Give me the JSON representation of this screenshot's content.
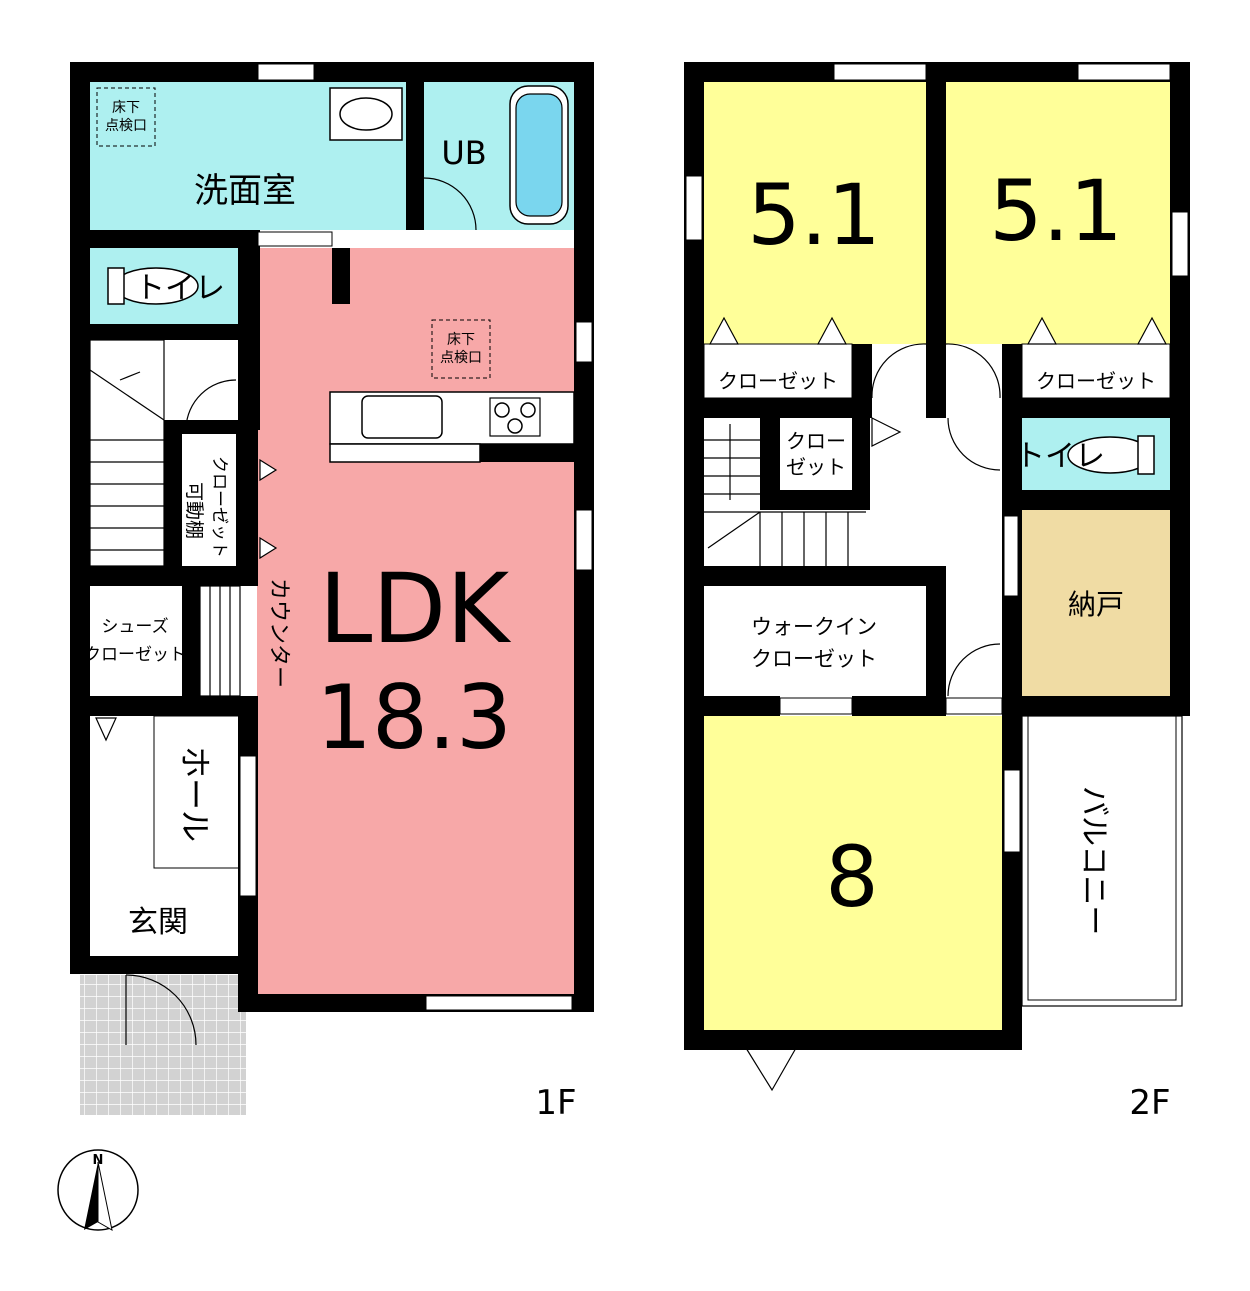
{
  "colors": {
    "wet": "#aef0f0",
    "ldk": "#f7a8a8",
    "bedroom": "#ffff99",
    "storage": "#f0dca4",
    "wall": "#000000",
    "tile": "#d2d2d2"
  },
  "floor1": {
    "label": "1F",
    "rooms": {
      "washroom": "洗面室",
      "bath": "UB",
      "toilet": "トイレ",
      "ldk_name": "LDK",
      "ldk_size": "18.3",
      "counter": "カウンター",
      "closet_v": "クローゼット",
      "shelf": "可動棚",
      "shoes_1": "シューズ",
      "shoes_2": "クローゼット",
      "hall": "ホール",
      "entrance": "玄関",
      "inspect_a_1": "床下",
      "inspect_a_2": "点検口",
      "inspect_b_1": "床下",
      "inspect_b_2": "点検口"
    }
  },
  "floor2": {
    "label": "2F",
    "rooms": {
      "bed_left": "5.1",
      "bed_right": "5.1",
      "closet_left": "クローゼット",
      "closet_right": "クローゼット",
      "closet_small_1": "クロー",
      "closet_small_2": "ゼット",
      "toilet": "トイレ",
      "storage": "納戸",
      "wic_1": "ウォークイン",
      "wic_2": "クローゼット",
      "bed_main": "8",
      "balcony": "バルコニー"
    }
  },
  "compass": {
    "north": "N"
  }
}
